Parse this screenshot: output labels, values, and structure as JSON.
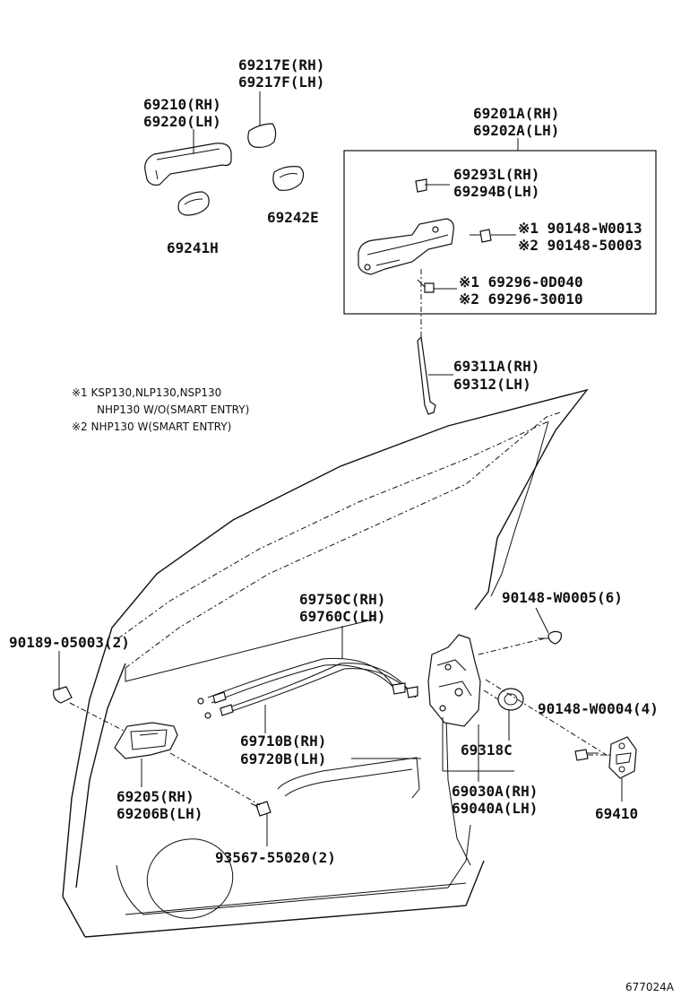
{
  "labels": {
    "p69217": [
      "69217E(RH)",
      "69217F(LH)"
    ],
    "p69210": [
      "69210(RH)",
      "69220(LH)"
    ],
    "p69201": [
      "69201A(RH)",
      "69202A(LH)"
    ],
    "p69293": [
      "69293L(RH)",
      "69294B(LH)"
    ],
    "p90148_w0013": [
      "※1 90148-W0013",
      "※2 90148-50003"
    ],
    "p69296": [
      "※1 69296-0D040",
      "※2 69296-30010"
    ],
    "p69242": "69242E",
    "p69241": "69241H",
    "p69311": [
      "69311A(RH)",
      "69312(LH)"
    ],
    "p69750": [
      "69750C(RH)",
      "69760C(LH)"
    ],
    "p90148_w0005": "90148-W0005(6)",
    "p90189": "90189-05003(2)",
    "p90148_w0004": "90148-W0004(4)",
    "p69318": "69318C",
    "p69710": [
      "69710B(RH)",
      "69720B(LH)"
    ],
    "p69205": [
      "69205(RH)",
      "69206B(LH)"
    ],
    "p69030": [
      "69030A(RH)",
      "69040A(LH)"
    ],
    "p69410": "69410",
    "p93567": "93567-55020(2)"
  },
  "notes": [
    "※1 KSP130,NLP130,NSP130",
    "NHP130 W/O(SMART ENTRY)",
    "※2 NHP130 W(SMART ENTRY)"
  ],
  "reference": "677024A"
}
